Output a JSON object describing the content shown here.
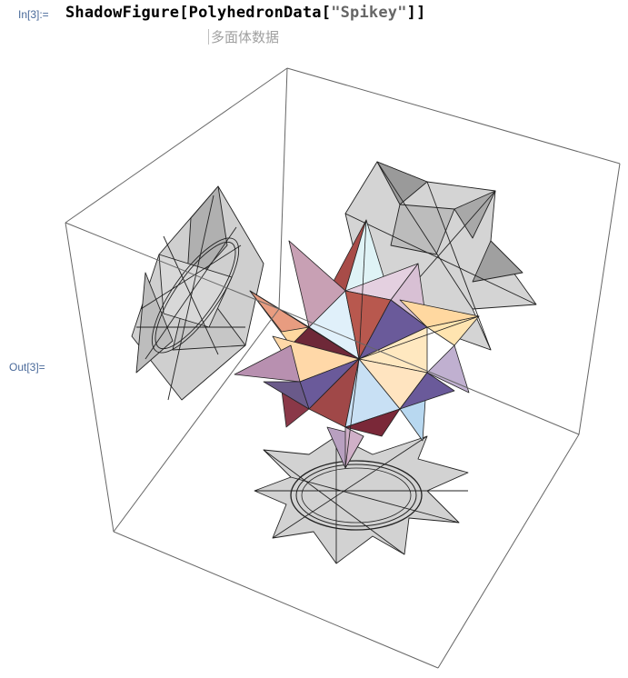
{
  "input": {
    "label": "In[3]:=",
    "code_prefix": "ShadowFigure[PolyhedronData[",
    "code_string": "\"Spikey\"",
    "code_suffix": "]]",
    "autocomplete_hint": "多面体数据"
  },
  "output": {
    "label": "Out[3]=",
    "graphic": {
      "type": "3D shadow figure",
      "solid_colors": [
        "#a84c48",
        "#d8b4c8",
        "#e0f0f8",
        "#ffd8a0",
        "#6a5a9a",
        "#6e2838",
        "#c0b0d0",
        "#c8e0f0"
      ],
      "shadow_color": "#cccccc",
      "box_color": "#666666"
    }
  }
}
